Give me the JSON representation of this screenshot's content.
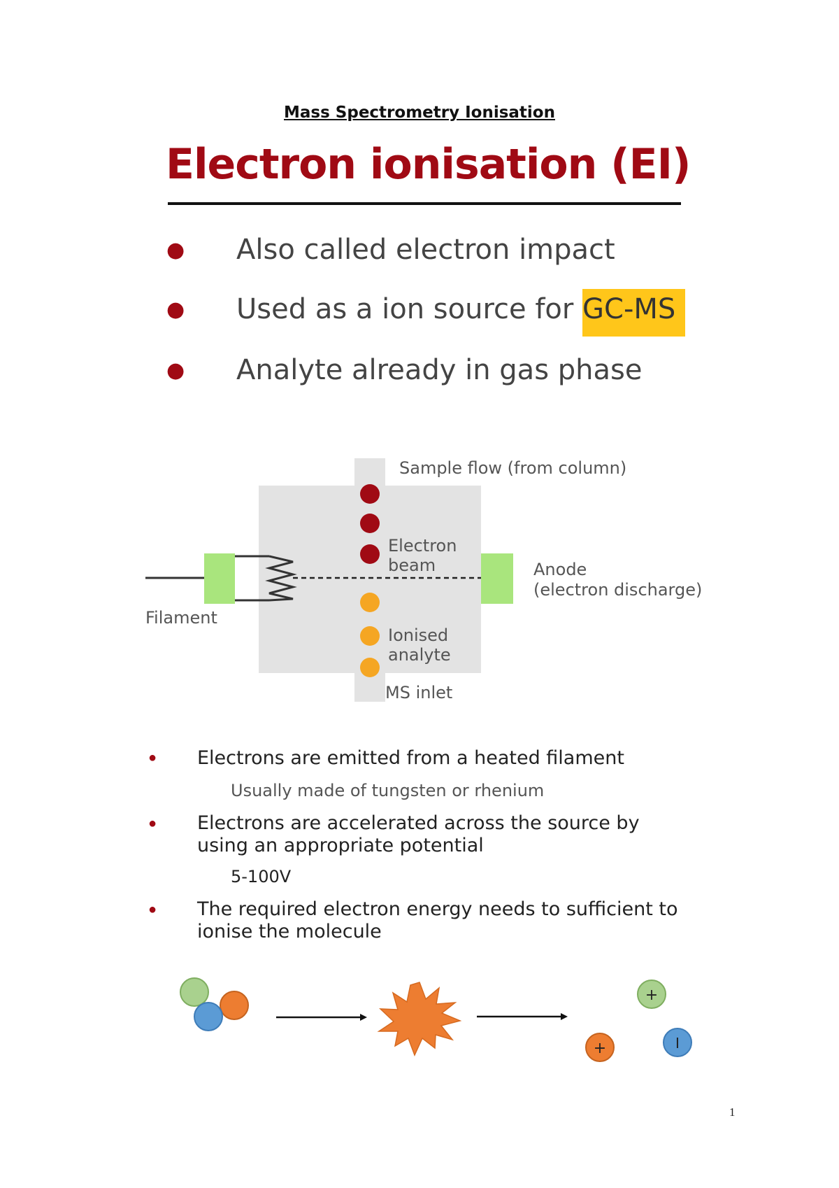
{
  "document": {
    "heading": "Mass Spectrometry Ionisation",
    "page_number": "1"
  },
  "slide": {
    "title": "Electron ionisation (EI)",
    "bullets": [
      {
        "text": "Also called electron impact"
      },
      {
        "text": "Used as a ion source for ",
        "highlight": "GC-MS"
      },
      {
        "text": "Analyte already in gas phase"
      }
    ],
    "bullet_color": "#a00a14",
    "highlight_color": "#ffc61a"
  },
  "diagram": {
    "labels": {
      "sample_flow": "Sample flow (from column)",
      "electron_beam_line1": "Electron",
      "electron_beam_line2": "beam",
      "anode_line1": "Anode",
      "anode_line2": "(electron discharge)",
      "filament": "Filament",
      "ionised_line1": "Ionised",
      "ionised_line2": "analyte",
      "ms_inlet": "MS inlet"
    },
    "colors": {
      "chamber": "#e3e3e3",
      "electrode": "#a9e57d",
      "sample_molecule": "#a00a14",
      "ionised_molecule": "#f5a623"
    }
  },
  "notes": {
    "items": [
      {
        "text": "Electrons are emitted from a heated filament",
        "sub": "Usually made of tungsten or rhenium"
      },
      {
        "line1": "Electrons are accelerated across the source by",
        "line2": "using an appropriate potential",
        "sub": "5-100V"
      },
      {
        "line1": "The required electron energy needs to sufficient to",
        "line2": "ionise the molecule"
      }
    ]
  },
  "process": {
    "ion_symbol_plus": "+",
    "ion_symbol_bar": "I",
    "colors": {
      "green": "#a9d18e",
      "blue": "#5b9bd5",
      "orange": "#ed7d31"
    }
  }
}
